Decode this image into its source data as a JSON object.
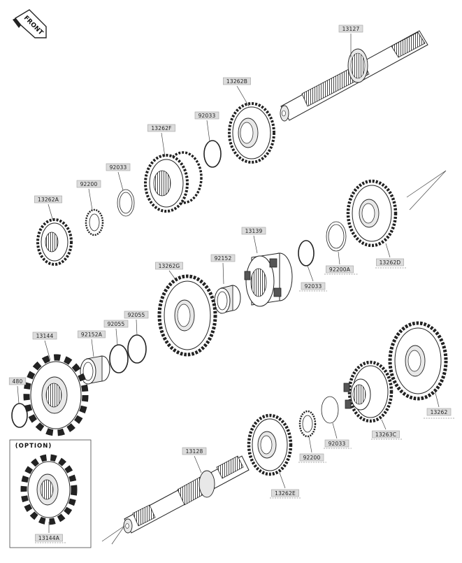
{
  "front_marker": {
    "text": "FRONT"
  },
  "option_box": {
    "title": "(OPTION)"
  },
  "parts": [
    {
      "id": "p13127",
      "label": "13127"
    },
    {
      "id": "p13262B",
      "label": "13262B"
    },
    {
      "id": "p92033a",
      "label": "92033"
    },
    {
      "id": "p13262F",
      "label": "13262F"
    },
    {
      "id": "p92033b",
      "label": "92033"
    },
    {
      "id": "p92200a",
      "label": "92200"
    },
    {
      "id": "p13262A",
      "label": "13262A"
    },
    {
      "id": "p13139",
      "label": "13139"
    },
    {
      "id": "p92152",
      "label": "92152"
    },
    {
      "id": "p13262G",
      "label": "13262G"
    },
    {
      "id": "p92033c",
      "label": "92033"
    },
    {
      "id": "p92200A",
      "label": "92200A"
    },
    {
      "id": "p13262D",
      "label": "13262D"
    },
    {
      "id": "p92055a",
      "label": "92055"
    },
    {
      "id": "p92055b",
      "label": "92055"
    },
    {
      "id": "p92152A",
      "label": "92152A"
    },
    {
      "id": "p13144",
      "label": "13144"
    },
    {
      "id": "p480",
      "label": "480"
    },
    {
      "id": "p13262",
      "label": "13262"
    },
    {
      "id": "p13263C",
      "label": "13263C"
    },
    {
      "id": "p92033d",
      "label": "92033"
    },
    {
      "id": "p92200b",
      "label": "92200"
    },
    {
      "id": "p13128",
      "label": "13128"
    },
    {
      "id": "p13262E",
      "label": "13262E"
    },
    {
      "id": "p13144A",
      "label": "13144A"
    }
  ]
}
